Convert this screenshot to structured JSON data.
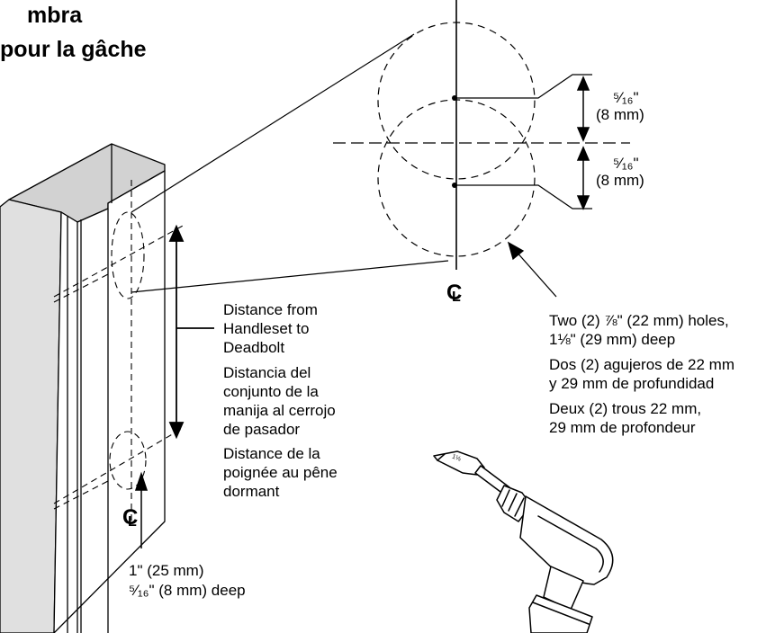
{
  "titles": {
    "line1": "mbra",
    "line2": "pour la gâche"
  },
  "centerline_symbol": {
    "c": "C",
    "l": "L"
  },
  "spacing": {
    "upper_fraction": "⁵⁄₁₆\"",
    "upper_mm": "(8 mm)",
    "lower_fraction": "⁵⁄₁₆\"",
    "lower_mm": "(8 mm)"
  },
  "holes_note": {
    "en_1": "Two (2) ⅞\" (22 mm) holes,",
    "en_2": "1⅛\" (29 mm) deep",
    "es_1": "Dos (2) agujeros de 22 mm",
    "es_2": "y 29 mm de profundidad",
    "fr_1": "Deux (2) trous 22 mm,",
    "fr_2": "29 mm de profondeur"
  },
  "distance_note": {
    "en_1": "Distance from",
    "en_2": "Handleset to",
    "en_3": "Deadbolt",
    "es_1": "Distancia del",
    "es_2": "conjunto de la",
    "es_3": "manija al cerrojo",
    "es_4": "de pasador",
    "fr_1": "Distance de la",
    "fr_2": "poignée au pêne",
    "fr_3": "dormant"
  },
  "depth_note": {
    "line1": "1\"  (25 mm)",
    "line2": "⁵⁄₁₆\" (8 mm) deep"
  },
  "drill_bit_mark": "1⅛"
}
